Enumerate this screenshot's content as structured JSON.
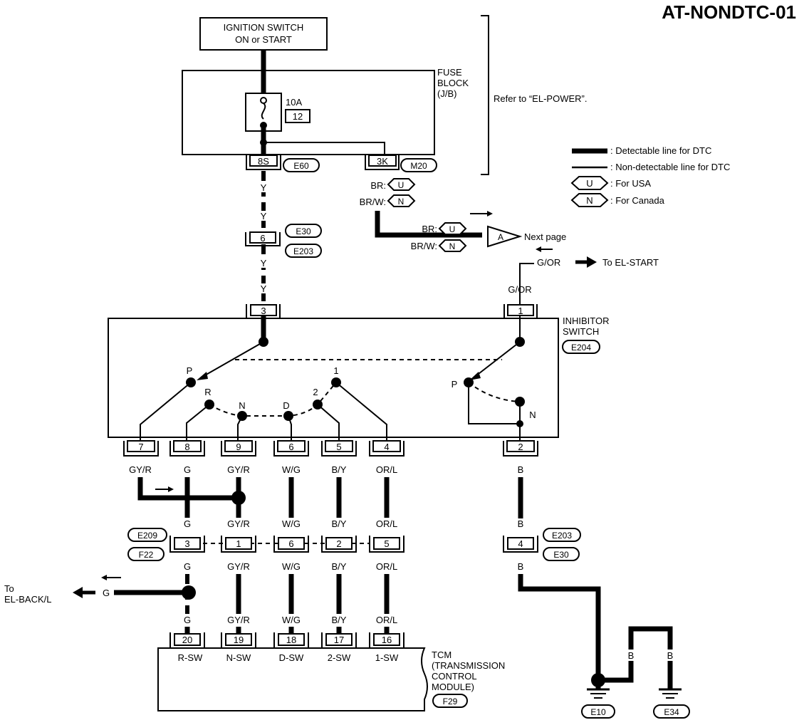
{
  "title": "AT-NONDTC-01",
  "ignition": {
    "line1": "IGNITION SWITCH",
    "line2": "ON or START"
  },
  "fuse_block": {
    "line1": "FUSE",
    "line2": "BLOCK",
    "line3": "(J/B)",
    "fuse_rating": "10A",
    "fuse_no": "12",
    "refer": "Refer to “EL-POWER”.",
    "conn_8s": "8S",
    "conn_e60": "E60",
    "conn_3k": "3K",
    "conn_m20": "M20"
  },
  "legend": {
    "detectable": ": Detectable line for DTC",
    "nondetectable": ": Non-detectable line for DTC",
    "usa_badge": "U",
    "usa": ": For USA",
    "canada_badge": "N",
    "canada": ": For Canada"
  },
  "br_section": {
    "br": "BR:",
    "brw": "BR/W:",
    "u": "U",
    "n": "N",
    "a": "A",
    "next_page": "Next page"
  },
  "start_section": {
    "g_or": "G/OR",
    "to_el_start": "To EL-START"
  },
  "inhibitor": {
    "line1": "INHIBITOR",
    "line2": "SWITCH",
    "code": "E204",
    "pin3": "3",
    "pin1": "1",
    "pos_p": "P",
    "pos_r": "R",
    "pos_n": "N",
    "pos_d": "D",
    "pos_2": "2",
    "pos_1": "1",
    "pos_p2": "P",
    "pos_n2": "N",
    "pins": [
      "7",
      "8",
      "9",
      "6",
      "5",
      "4"
    ],
    "pin2": "2"
  },
  "upper_wire": {
    "y1": "Y",
    "y2": "Y",
    "y3": "Y",
    "y4": "Y",
    "conn6": "6",
    "e30": "E30",
    "e203": "E203"
  },
  "wires_top": [
    "GY/R",
    "G",
    "GY/R",
    "W/G",
    "B/Y",
    "OR/L"
  ],
  "wires_mid": [
    "G",
    "GY/R",
    "W/G",
    "B/Y",
    "OR/L"
  ],
  "mid_conn": {
    "pins": [
      "3",
      "1",
      "6",
      "2",
      "5"
    ],
    "e209": "E209",
    "f22": "F22"
  },
  "wires_low": [
    "G",
    "GY/R",
    "W/G",
    "B/Y",
    "OR/L"
  ],
  "wires_bot": [
    "G",
    "GY/R",
    "W/G",
    "B/Y",
    "OR/L"
  ],
  "back_lamp": {
    "line1": "To",
    "line2": "EL-BACK/L",
    "g": "G"
  },
  "right_branch": {
    "b1": "B",
    "b2": "B",
    "b3": "B",
    "b4": "B",
    "b5": "B",
    "pin": "4",
    "e203": "E203",
    "e30": "E30"
  },
  "tcm": {
    "pins": [
      "20",
      "19",
      "18",
      "17",
      "16"
    ],
    "terms": [
      "R-SW",
      "N-SW",
      "D-SW",
      "2-SW",
      "1-SW"
    ],
    "line1": "TCM",
    "line2": "(TRANSMISSION",
    "line3": "CONTROL",
    "line4": "MODULE)",
    "code": "F29"
  },
  "grounds": {
    "e10": "E10",
    "e34": "E34"
  }
}
